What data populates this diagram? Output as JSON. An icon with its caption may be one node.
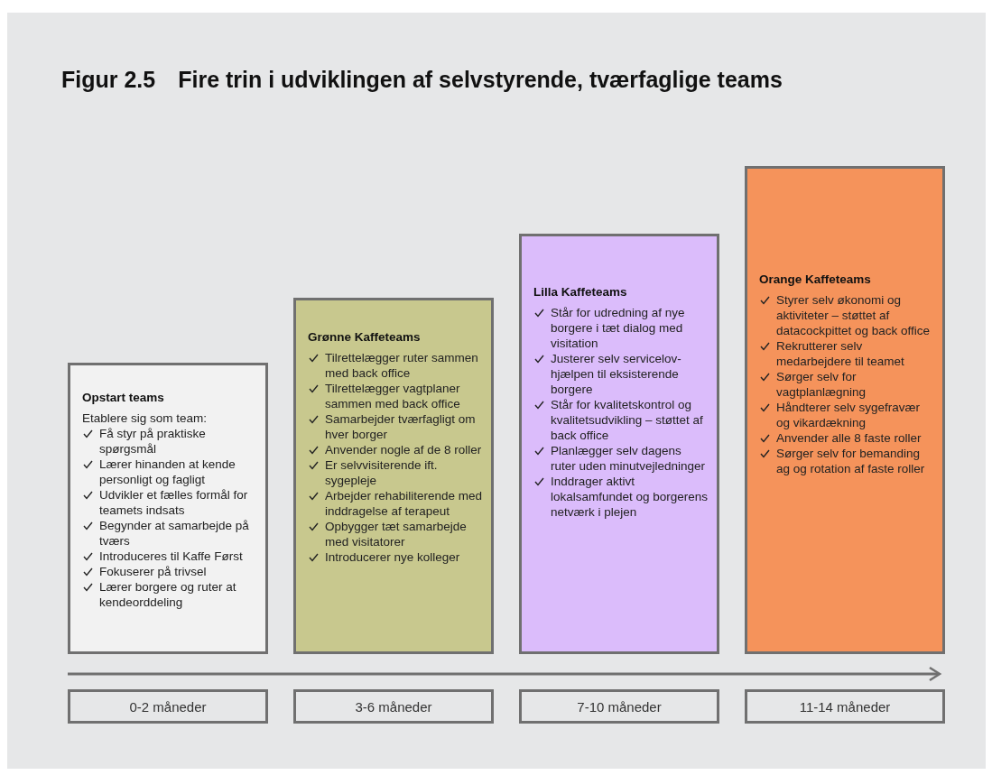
{
  "diagram": {
    "title": "Figur 2.5 Fire trin i udviklingen af selvstyrende, tværfaglige teams",
    "nodes": [
      {
        "text": [
          "Opstart teams",
          "Etablere sig som team:",
          "Få styr på praktiske spørgsmål",
          "Lærer hinanden at kende personligt og fagligt",
          "Udvikler et fælles formål for teamets indsats",
          "Begynder at samarbejde på tværs",
          "Introduceres til Kaffe Først",
          "Fokuserer på trivsel",
          "Lærer borgere og ruter at kendeorddeling"
        ]
      },
      {
        "text": [
          "Grønne Kaffeteams",
          "Tilrettelægger ruter sammen med back office",
          "Tilrettelægger vagtplaner sammen med back office",
          "Samarbejder tværfagligt om hver borger",
          "Anvender nogle af de 8 roller",
          "Er selvvisiterende ift. sygepleje",
          "Arbejder rehabiliterende med inddragelse af terapeut",
          "Opbygger tæt samarbejde med visitatorer",
          "Introducerer nye kolleger"
        ]
      },
      {
        "text": [
          "Lilla Kaffeteams",
          "Står for udredning af nye borgere i tæt dialog med visitation",
          "Justerer selv servicelov-hjælpen til eksisterende borgere",
          "Står for kvalitetskontrol og kvalitetsudvikling – støttet af back office",
          "Planlægger selv dagens ruter uden minutvejledninger",
          "Inddrager aktivt lokalsamfundet og borgerens netværk i plejen"
        ]
      },
      {
        "text": [
          "Orange Kaffeteams",
          "Styrer selv økonomi og aktiviteter – støttet af datacockpittet og back office",
          "Rekrutterer selv medarbejdere til teamet",
          "Sørger selv for vagtplanlægning",
          "Håndterer selv sygefravær og vikardækning",
          "Anvender alle 8 faste roller",
          "Sørger selv for bemanding ag og rotation af faste roller"
        ]
      },
      {
        "text": [
          "0-2 måneder"
        ]
      },
      {
        "text": [
          "3-6 måneder"
        ]
      },
      {
        "text": [
          "7-10 måneder"
        ]
      },
      {
        "text": [
          "11-14 måneder"
        ]
      }
    ]
  }
}
